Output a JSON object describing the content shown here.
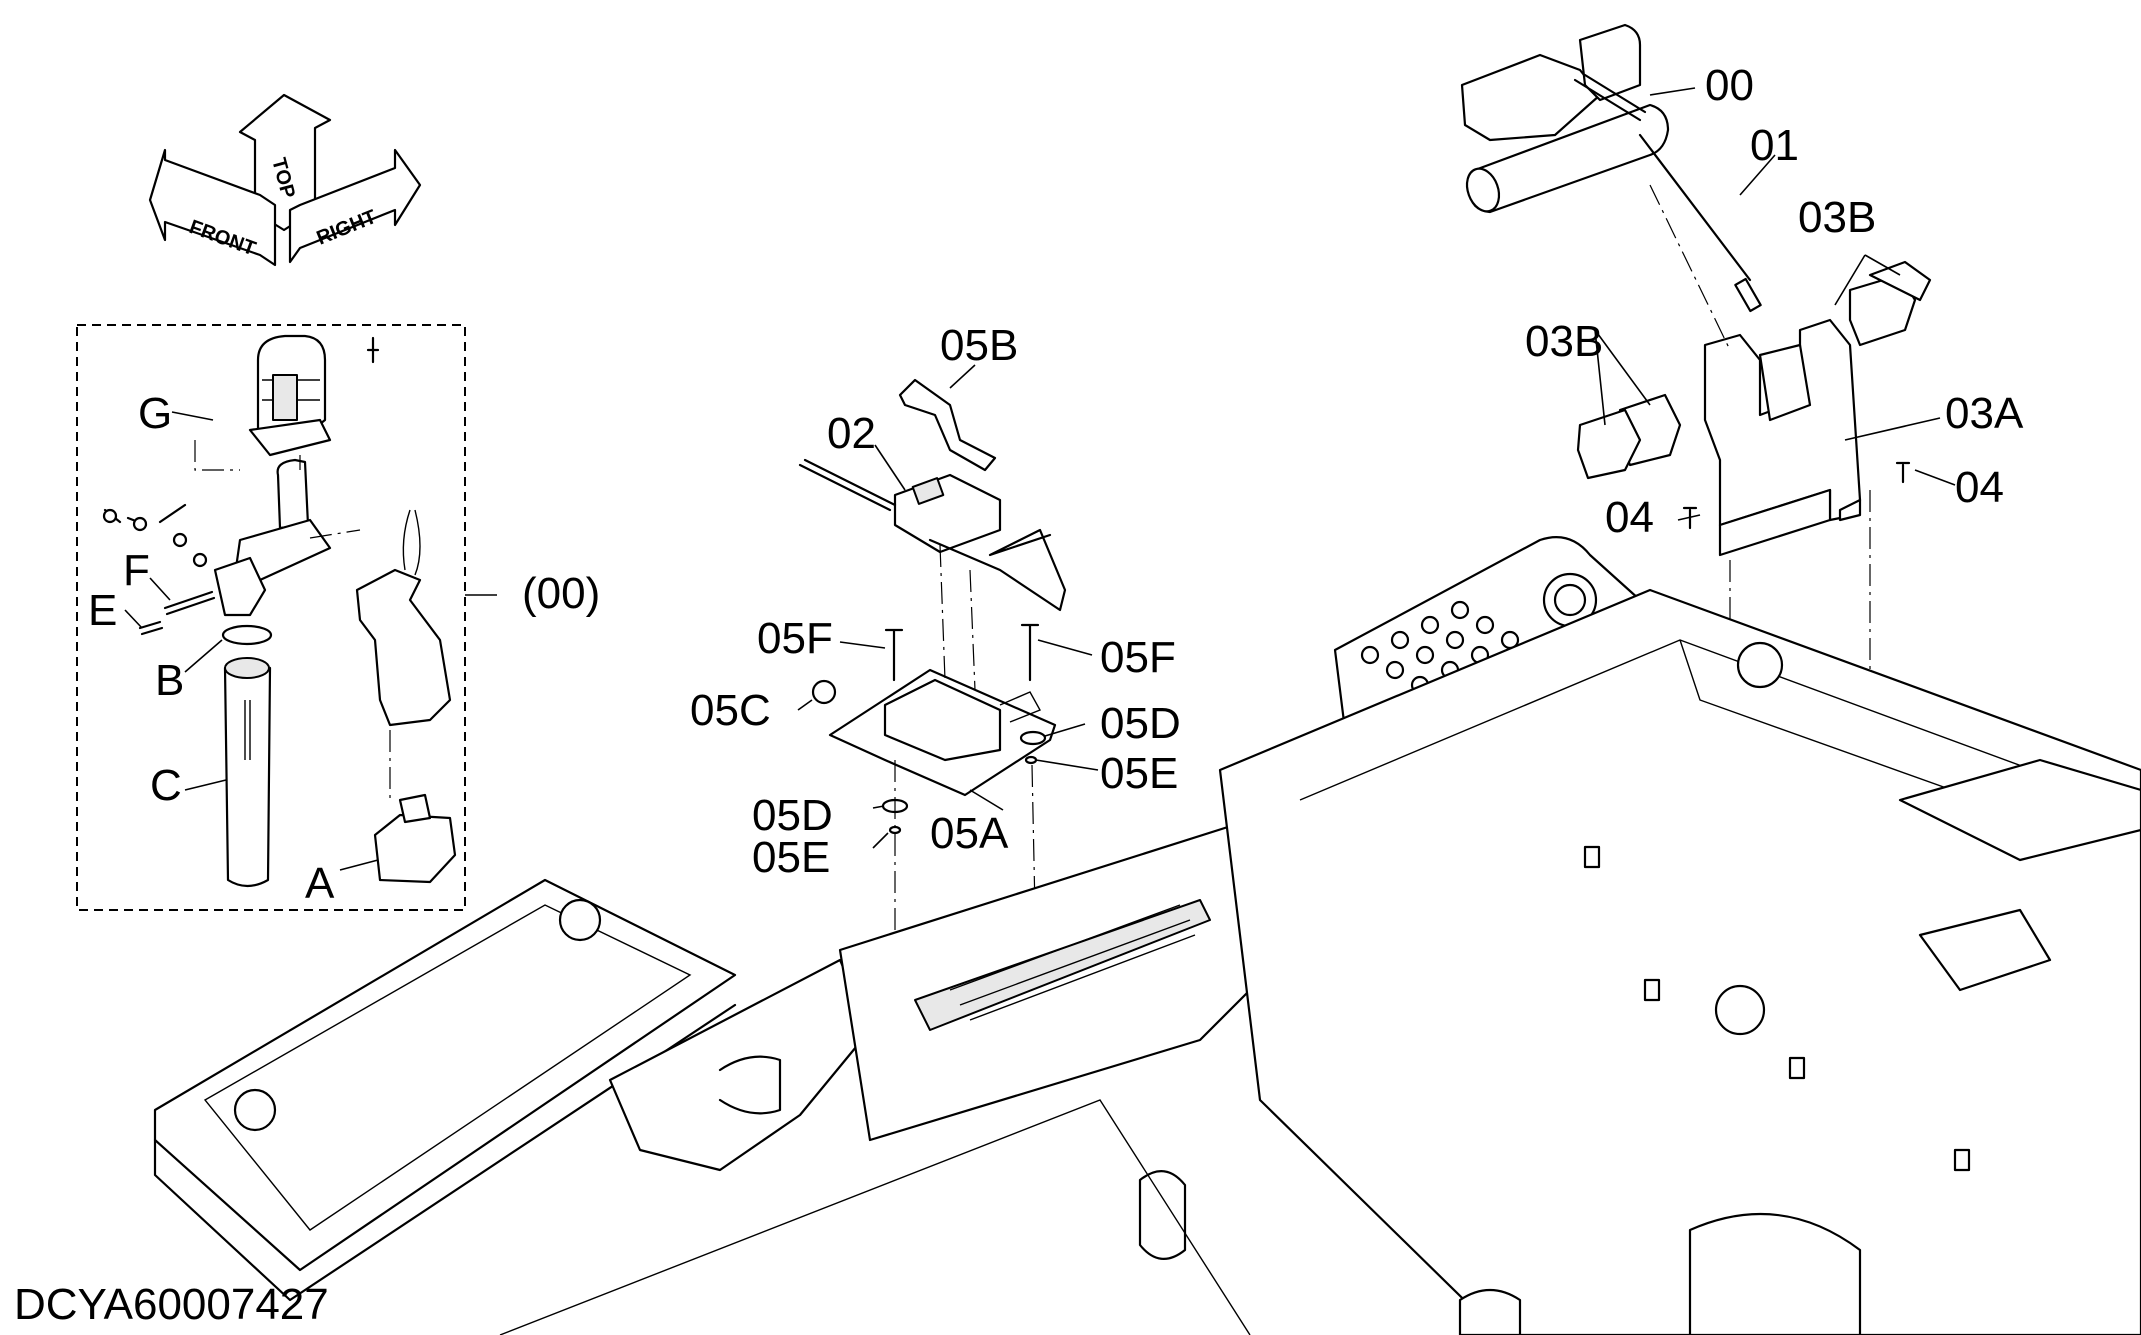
{
  "orientation": {
    "front": "FRONT",
    "top": "TOP",
    "right": "RIGHT"
  },
  "labels": {
    "p00": "00",
    "p01": "01",
    "p02": "02",
    "p03A": "03A",
    "p03B_right": "03B",
    "p03B_left": "03B",
    "p04_left": "04",
    "p04_right": "04",
    "p05A": "05A",
    "p05B": "05B",
    "p05C": "05C",
    "p05D_upper": "05D",
    "p05D_lower": "05D",
    "p05E_upper": "05E",
    "p05E_lower": "05E",
    "p05F_left": "05F",
    "p05F_right": "05F",
    "kit": "(00)",
    "kA": "A",
    "kB": "B",
    "kC": "C",
    "kE": "E",
    "kF": "F",
    "kG": "G"
  },
  "document_id": "DCYA60007427"
}
